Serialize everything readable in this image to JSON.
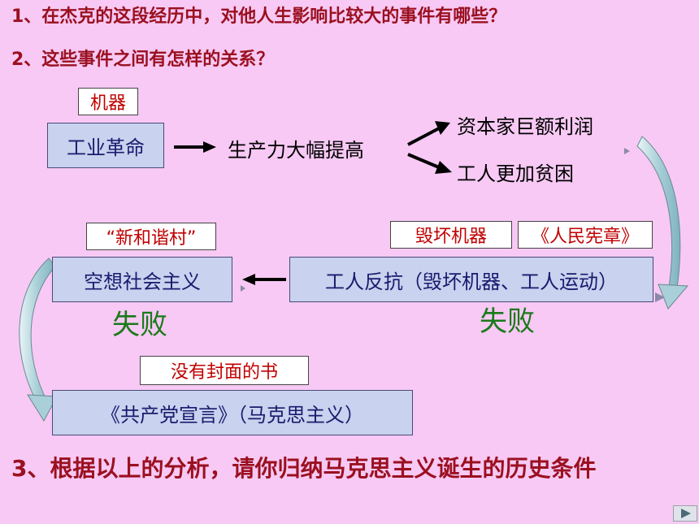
{
  "questions": {
    "q1": "1、在杰克的这段经历中，对他人生影响比较大的事件有哪些？",
    "q2": "2、这些事件之间有怎样的关系？",
    "q3": "3、根据以上的分析，请你归纳马克思主义诞生的历史条件"
  },
  "tags": {
    "machine": "机器",
    "new_harmony": "“新和谐村”",
    "destroy_machines": "毁坏机器",
    "peoples_charter": "《人民宪章》",
    "coverless_book": "没有封面的书"
  },
  "boxes": {
    "industrial_revolution": "工业革命",
    "utopian_socialism": "空想社会主义",
    "workers_resistance": "工人反抗（毁坏机器、工人运动）",
    "communist_manifesto": "《共产党宣言》（马克思主义）"
  },
  "texts": {
    "productivity": "生产力大幅提高",
    "capitalist_profit": "资本家巨额利润",
    "workers_poorer": "工人更加贫困",
    "fail_left": "失败",
    "fail_right": "失败"
  },
  "colors": {
    "background": "#f7c9f4",
    "question_text": "#9b1020",
    "box_fill": "#c9d2ee",
    "tag_text": "#c00000",
    "fail_text": "#1a7a1a"
  },
  "icons": {
    "nav": "play-next-icon"
  }
}
